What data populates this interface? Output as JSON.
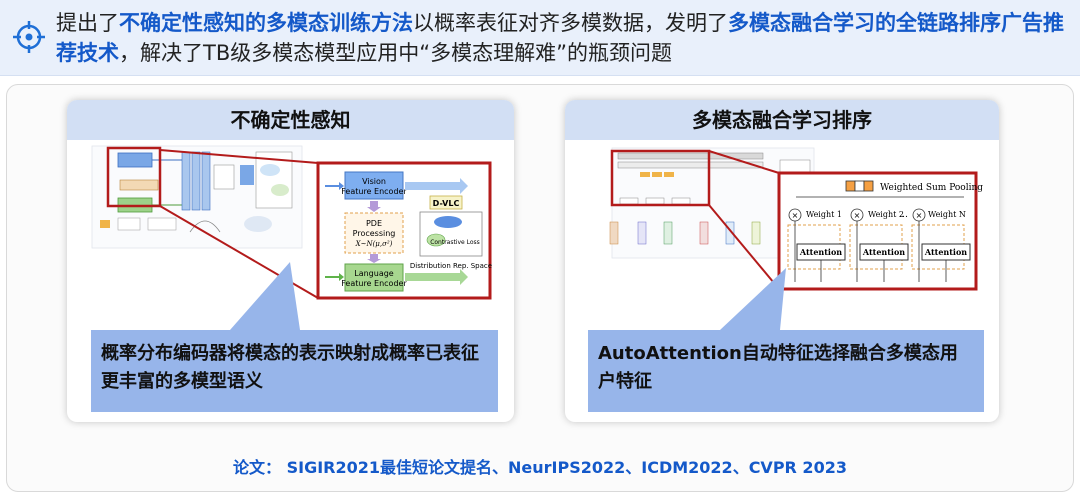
{
  "header": {
    "part1": "提出了",
    "bold1": "不确定性感知的多模态训练方法",
    "part2": "以概率表征对齐多模数据，发明了",
    "bold2": "多模态融合学习的全链路排序广告推荐技术",
    "part3": "，解决了TB级多模态模型应用中“多模态理解难”的瓶颈问题"
  },
  "left_panel": {
    "title": "不确定性感知",
    "caption": "概率分布编码器将模态的表示映射成概率已表征更丰富的多模型语义",
    "zoom": {
      "vision": [
        "Vision",
        "Feature Encoder"
      ],
      "pde": [
        "PDE",
        "Processing"
      ],
      "pde_formula": "X~N(μ,σ²)",
      "language": [
        "Language",
        "Feature Encoder"
      ],
      "dvlc": "D-VLC",
      "contrastive": "Contrastive Loss",
      "dist_space": "Distribution Rep. Space"
    }
  },
  "right_panel": {
    "title": "多模态融合学习排序",
    "caption": "AutoAttention自动特征选择融合多模态用户特征",
    "zoom": {
      "pooling": "Weighted Sum Pooling",
      "weights": [
        "Weight 1",
        "Weight 2",
        "Weight N"
      ],
      "dots": "…",
      "attention": "Attention",
      "times": "×"
    }
  },
  "papers": "论文： SIGIR2021最佳短论文提名、NeurIPS2022、ICDM2022、CVPR 2023",
  "colors": {
    "accent": "#1459c9",
    "frame": "#b31b1b",
    "caption_bg": "#97b5ea",
    "title_bg": "#d2dff4"
  }
}
